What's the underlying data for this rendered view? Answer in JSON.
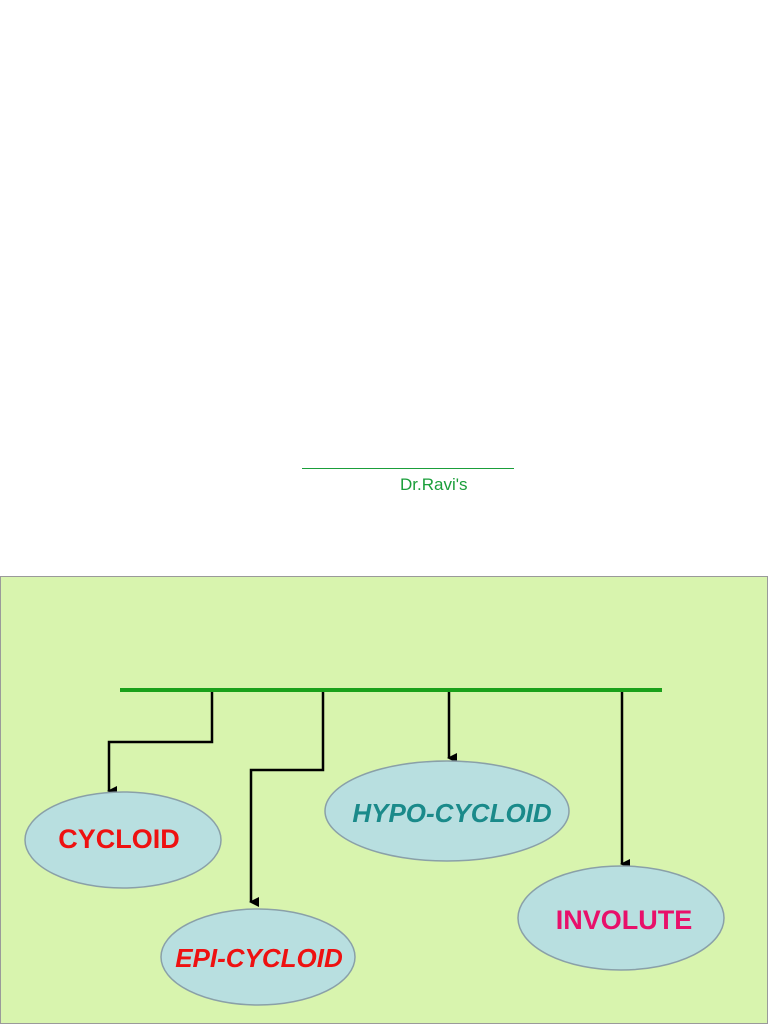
{
  "author": {
    "name": "Dr.Ravi's"
  },
  "diagram": {
    "nodes": [
      {
        "id": "cycloid",
        "label": "CYCLOID",
        "color": "#ee1111",
        "italic": false
      },
      {
        "id": "epi-cycloid",
        "label": "EPI-CYCLOID",
        "color": "#ee1111",
        "italic": true
      },
      {
        "id": "hypo-cycloid",
        "label": "HYPO-CYCLOID",
        "color": "#1a8a8a",
        "italic": true
      },
      {
        "id": "involute",
        "label": "INVOLUTE",
        "color": "#e8106a",
        "italic": false
      }
    ],
    "colors": {
      "bus_line": "#1aa01a",
      "ellipse_fill": "#b8dfe0",
      "ellipse_stroke": "#8aa0a8",
      "connector": "#000000",
      "background": "#d8f4ae"
    }
  }
}
